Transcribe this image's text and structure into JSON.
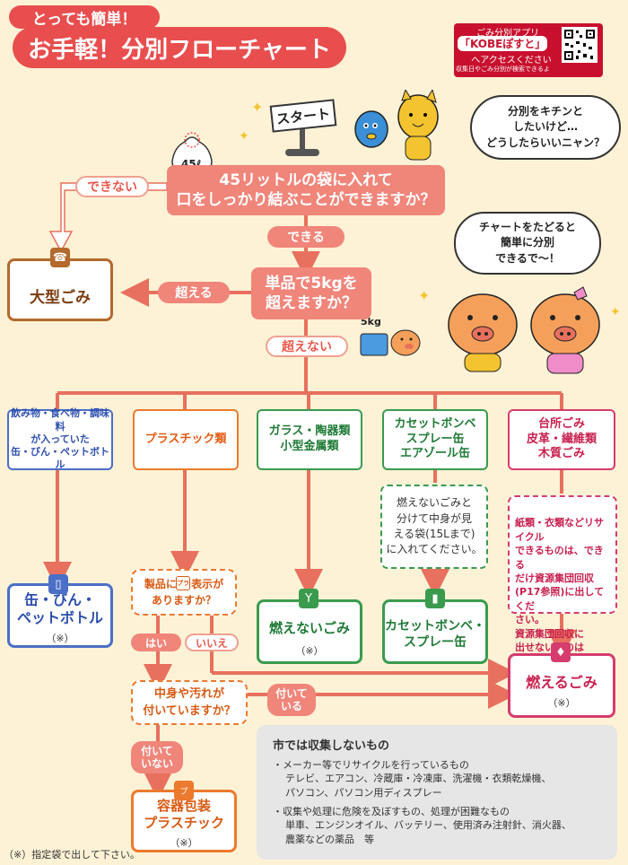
{
  "header": {
    "subtitle": "とっても簡単！",
    "title": "お手軽！分別フローチャート"
  },
  "app_banner": {
    "line1": "ごみ分別アプリ",
    "line2": "「KOBEぽすと」",
    "line3": "へアクセスください",
    "line4": "収集日やごみ分別が検索できるよ"
  },
  "start_sign": "スタート",
  "bag_label": "45ℓ",
  "weight_label": "5kg",
  "speech": {
    "cat": "分別をキチンと\nしたいけど…\nどうしたらいいニャン？",
    "pig": "チャートをたどると\n簡単に分別\nできるで〜！"
  },
  "q1": "45リットルの袋に入れて\n口をしっかり結ぶことができますか？",
  "q1_no": "できない",
  "q1_yes": "できる",
  "q2": "単品で5kgを\n超えますか？",
  "q2_yes": "超える",
  "q2_no": "超えない",
  "large_waste": "大型ごみ",
  "categories": [
    "飲み物・食べ物・調味料\nが入っていた\n缶・びん・ペットボトル",
    "プラスチック類",
    "ガラス・陶器類\n小型金属類",
    "カセットボンベ\nスプレー缶\nエアゾール缶",
    "台所ごみ\n皮革・繊維類\n木質ごみ"
  ],
  "note_cassette": "燃えないごみと\n分けて中身が見\nえる袋(15Lまで)\nに入れてください。",
  "note_burnable": "紙類・衣類などリサイクル\nできるものは、できる\nだけ資源集団回収\n(P17参照)に出してくだ\nさい。\n資源集団回収に\n出せないものは",
  "q_plastic": "製品に  の表示が\nありますか？",
  "plastic_mark": "プラ",
  "yes": "はい",
  "no": "いいえ",
  "q_dirty": "中身や汚れが\n付いていますか？",
  "dirty_yes": "付いて\nいる",
  "dirty_no": "付いて\nいない",
  "results": {
    "cans": "缶・びん・\nペットボトル",
    "nonburnable": "燃えないごみ",
    "cassette": "カセットボンベ・\nスプレー缶",
    "burnable": "燃えるごみ",
    "container": "容器包装\nプラスチック"
  },
  "mark": "（※）",
  "footnote": "（※）指定袋で出して下さい。",
  "not_collected": {
    "title": "市では収集しないもの",
    "item1": "・メーカー等でリサイクルを行っているもの",
    "item1_detail": "テレビ、エアコン、冷蔵庫・冷凍庫、洗濯機・衣類乾燥機、\nパソコン、パソコン用ディスプレー",
    "item2": "・収集や処理に危険を及ぼすもの、処理が困難なもの",
    "item2_detail": "単車、エンジンオイル、バッテリー、使用済み注射針、消火器、\n農薬などの薬品　等"
  },
  "colors": {
    "background": "#fdf2d6",
    "accent_red": "#e84e4e",
    "question_salmon": "#f0857a",
    "connector": "#e8705e",
    "brown": "#b36a2c",
    "blue": "#4b6fc6",
    "green": "#3a9b4e",
    "pink": "#d63c6e",
    "orange": "#ec7a2e"
  }
}
